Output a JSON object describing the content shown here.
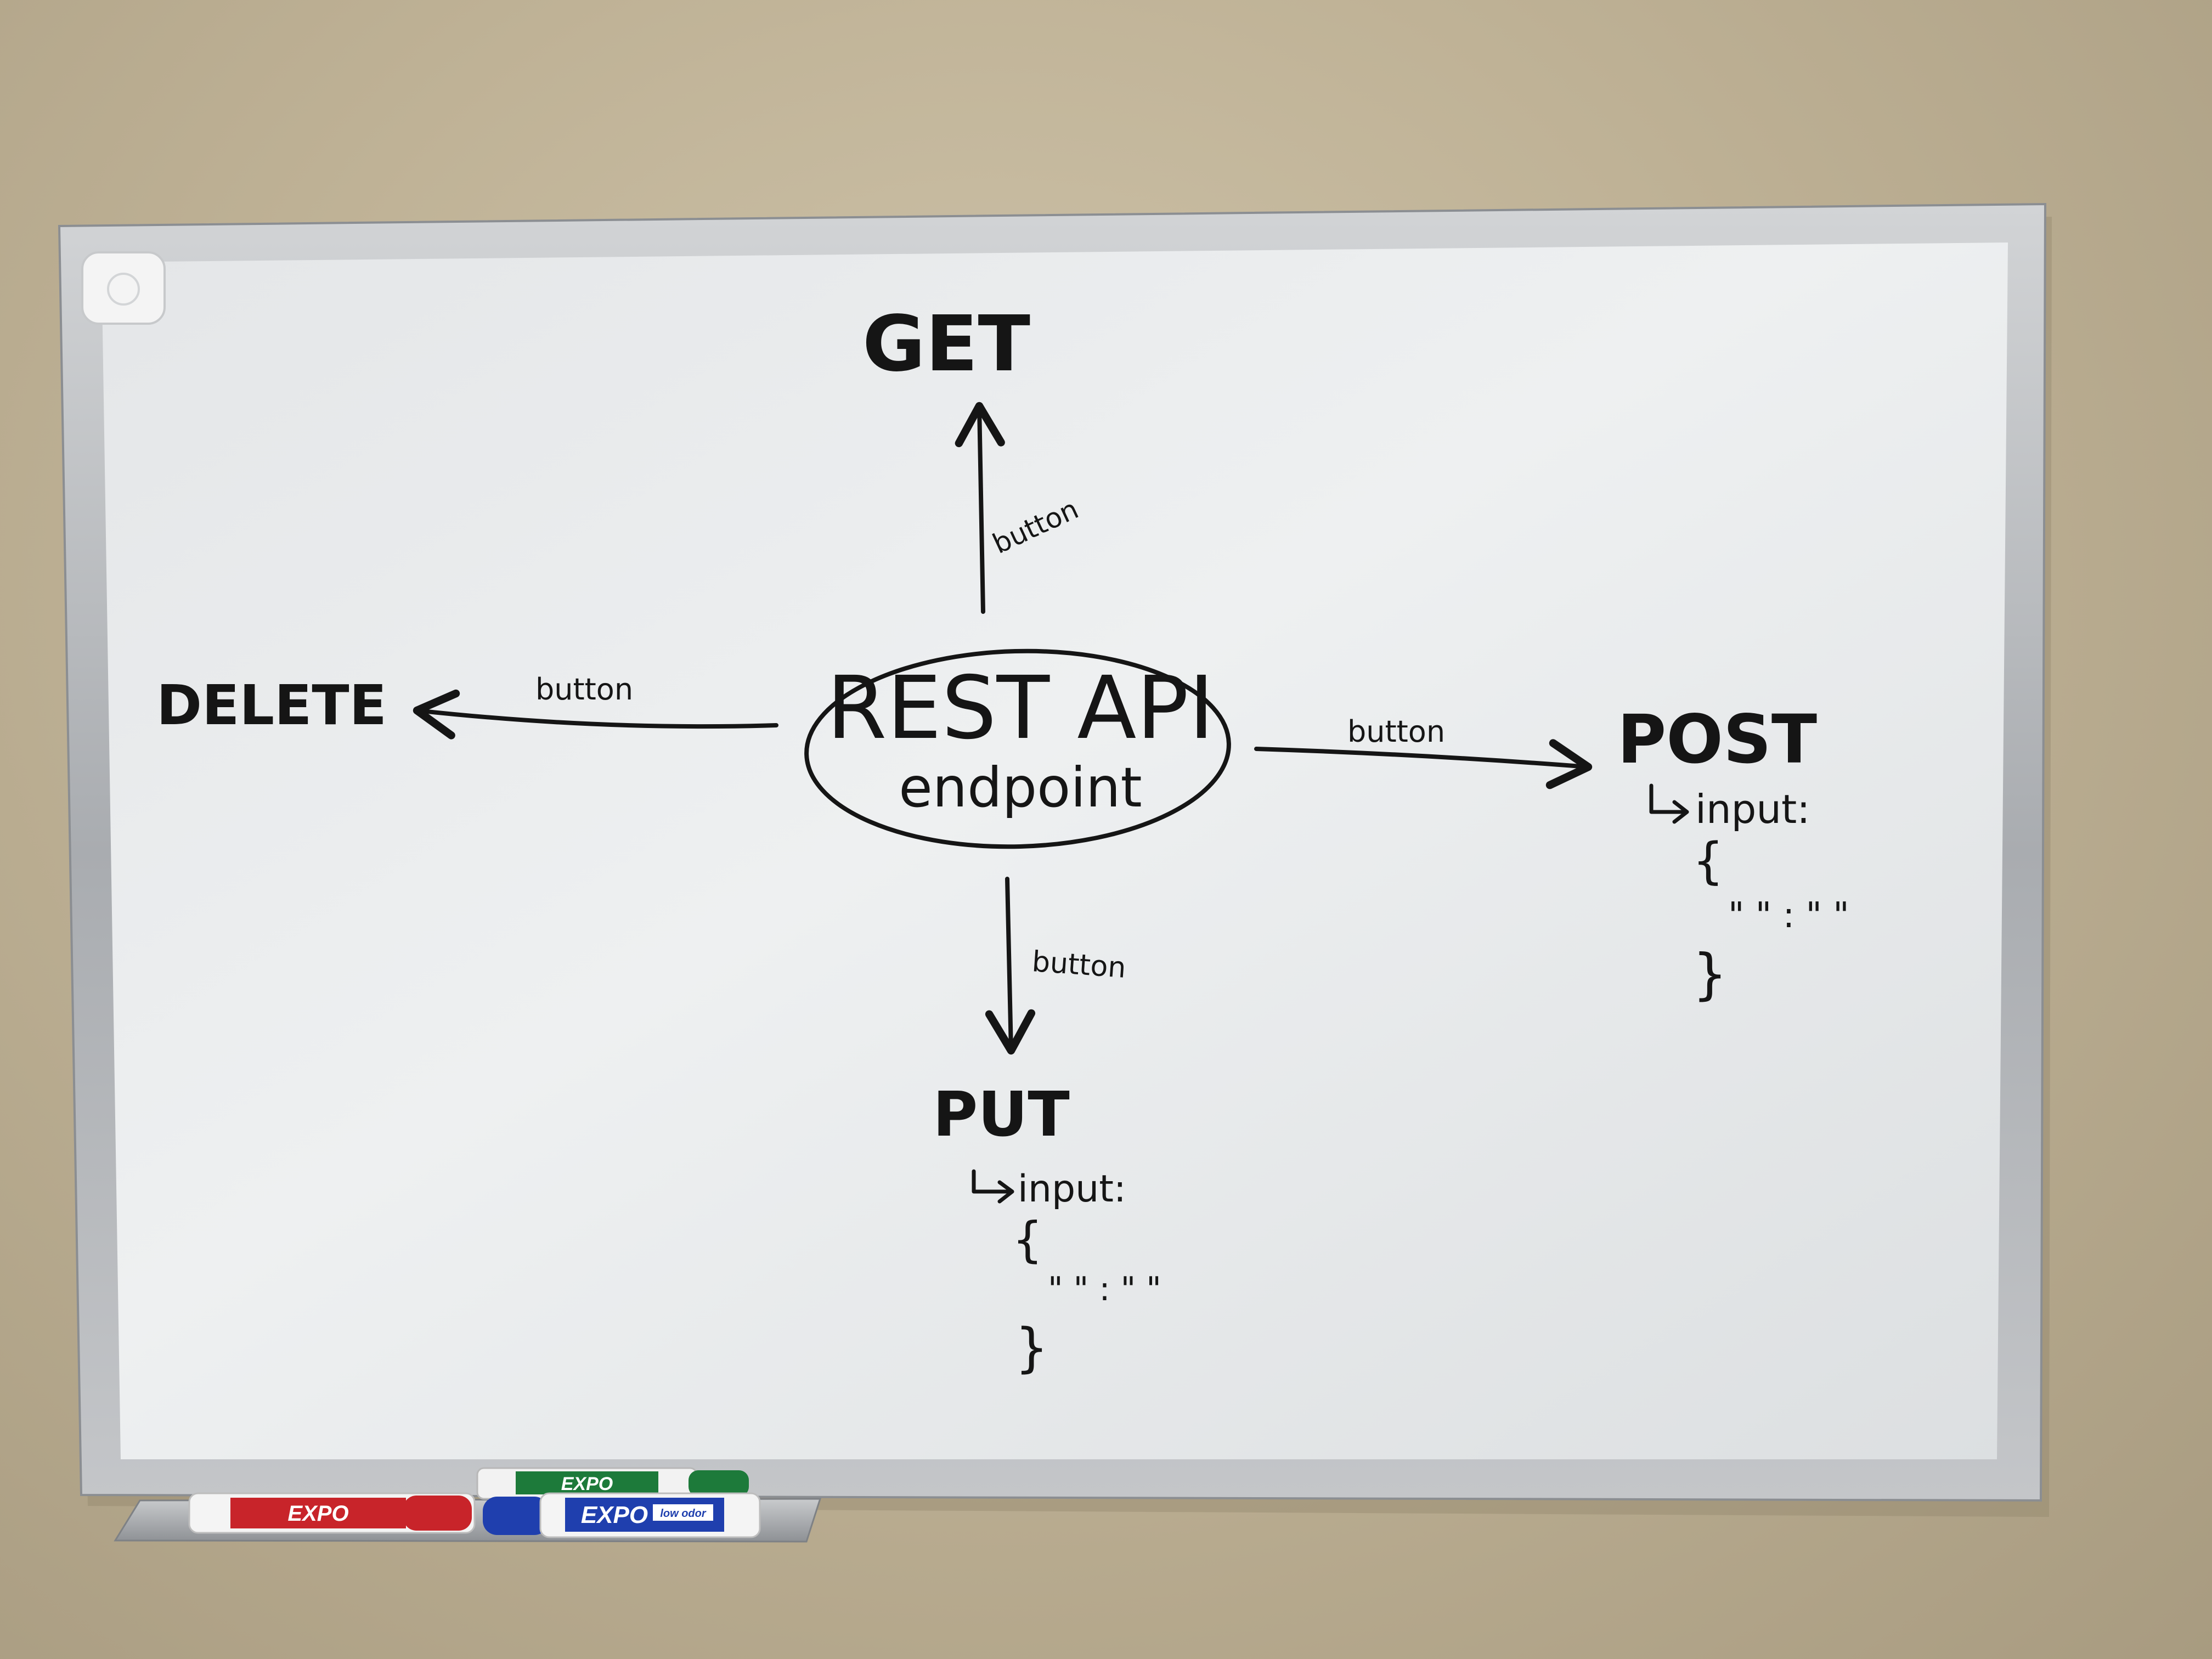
{
  "board": {
    "center": {
      "title": "REST API",
      "subtitle": "endpoint"
    },
    "branches": {
      "get": {
        "method": "GET",
        "edge_label": "button"
      },
      "delete": {
        "method": "DELETE",
        "edge_label": "button"
      },
      "post": {
        "method": "POST",
        "edge_label": "button",
        "input_label": "input:",
        "brace_open": "{",
        "body": "\" \" : \" \"",
        "brace_close": "}"
      },
      "put": {
        "method": "PUT",
        "edge_label": "button",
        "input_label": "input:",
        "brace_open": "{",
        "body": "\" \" : \" \"",
        "brace_close": "}"
      }
    }
  },
  "markers": [
    {
      "brand": "EXPO",
      "tagline": "low odor",
      "color": "#1f3fae"
    },
    {
      "brand": "EXPO",
      "tagline": "",
      "color": "#c8242a"
    },
    {
      "brand": "EXPO",
      "tagline": "",
      "color": "#1d7a3a"
    }
  ],
  "colors": {
    "ink": "#151515",
    "wall": "#bfb296",
    "frame": "#b9bcc0",
    "board": "#eceeef"
  }
}
